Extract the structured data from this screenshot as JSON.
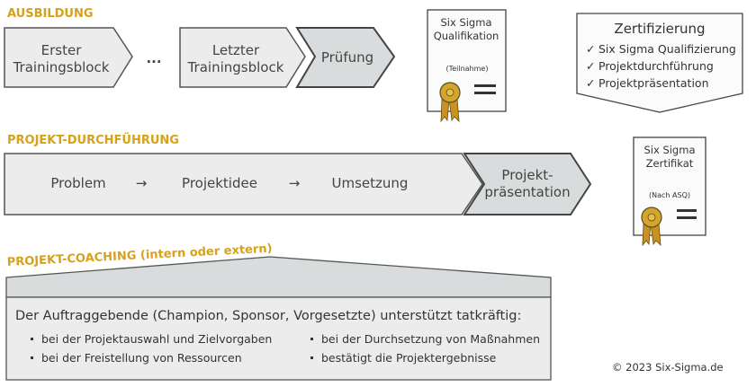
{
  "sections": {
    "ausbildung": "AUSBILDUNG",
    "projekt_durchfuehrung": "PROJEKT-DURCHFÜHRUNG",
    "projekt_coaching": "PROJEKT-COACHING (intern oder extern)"
  },
  "ausbildung": {
    "step1": [
      "Erster",
      "Trainingsblock"
    ],
    "ellipsis": "...",
    "step2": [
      "Letzter",
      "Trainingsblock"
    ],
    "step3": "Prüfung"
  },
  "qualifikation_doc": {
    "title_line1": "Six Sigma",
    "title_line2": "Qualifikation",
    "note": "(Teilnahme)"
  },
  "zertifizierung": {
    "title": "Zertifizierung",
    "items": [
      "Six Sigma Qualifizierung",
      "Projektdurchführung",
      "Projektpräsentation"
    ]
  },
  "projekt": {
    "steps": [
      "Problem",
      "Projektidee",
      "Umsetzung"
    ],
    "final": [
      "Projekt-",
      "präsentation"
    ]
  },
  "zertifikat_doc": {
    "title_line1": "Six Sigma",
    "title_line2": "Zertifikat",
    "note": "(Nach ASQ)"
  },
  "coaching": {
    "headline": "Der Auftraggebende (Champion, Sponsor, Vorgesetzte) unterstützt tatkräftig:",
    "bullets_left": [
      "bei der Projektauswahl und Zielvorgaben",
      "bei der Freistellung von Ressourcen"
    ],
    "bullets_right": [
      "bei der Durchsetzung von Maßnahmen",
      "bestätigt die Projektergebnisse"
    ]
  },
  "copyright": "© 2023 Six-Sigma.de",
  "colors": {
    "section_title": "#d6a21a",
    "arrow_fill": "#ececec",
    "arrow_fill_dark": "#d9dcdc",
    "stroke": "#555555",
    "seal": "#d4a52c",
    "ribbon": "#c8921e"
  }
}
